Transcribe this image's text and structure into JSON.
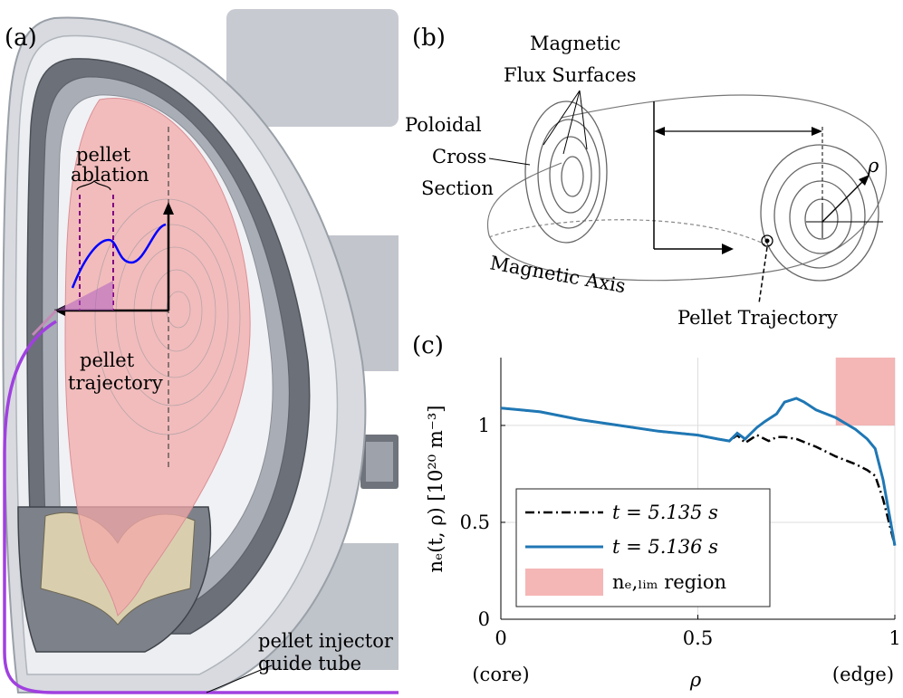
{
  "panels": {
    "a": {
      "label": "(a)",
      "pellet_ablation": [
        "pellet",
        "ablation"
      ],
      "pellet_trajectory": [
        "pellet",
        "trajectory"
      ],
      "guide_tube": [
        "pellet injector",
        "guide tube"
      ]
    },
    "b": {
      "label": "(b)",
      "flux_surfaces": [
        "Magnetic",
        "Flux Surfaces"
      ],
      "poloidal": [
        "Poloidal",
        "Cross",
        "Section"
      ],
      "magnetic_axis": "Magnetic Axis",
      "pellet_trajectory": "Pellet Trajectory",
      "rho": "ρ"
    },
    "c": {
      "label": "(c)",
      "ylabel": "nₑ(t, ρ)  [10²⁰ m⁻³]",
      "xlabel": "ρ",
      "xlabel_left": "(core)",
      "xlabel_right": "(edge)",
      "legend": [
        {
          "text": "t = 5.135 s"
        },
        {
          "text": "t = 5.136 s"
        },
        {
          "text": "nₑ,ₗᵢₘ region"
        }
      ]
    }
  },
  "colors": {
    "pink": "#f3a9a9",
    "blue": "#1f77b4",
    "purple": "#a040e0",
    "grey": "#b8bcc4"
  },
  "chart_data": {
    "type": "line",
    "xlim": [
      0,
      1
    ],
    "ylim": [
      0,
      1.35
    ],
    "xticks": [
      0,
      0.5,
      1
    ],
    "yticks": [
      0,
      0.5,
      1
    ],
    "xtick_labels": [
      "0",
      "0.5",
      "1"
    ],
    "ytick_labels": [
      "0",
      "0.5",
      "1"
    ],
    "grid": true,
    "legend_position": "bottom-left",
    "shaded_region": {
      "x": [
        0.85,
        1.0
      ],
      "y": [
        1.0,
        1.35
      ]
    },
    "series": [
      {
        "name": "t = 5.135 s",
        "style": "dashdot",
        "color": "#000000",
        "x": [
          0,
          0.05,
          0.1,
          0.2,
          0.3,
          0.4,
          0.5,
          0.55,
          0.58,
          0.6,
          0.62,
          0.65,
          0.68,
          0.7,
          0.72,
          0.75,
          0.8,
          0.85,
          0.9,
          0.93,
          0.95,
          0.97,
          1.0
        ],
        "y": [
          1.09,
          1.08,
          1.07,
          1.03,
          1.0,
          0.97,
          0.95,
          0.93,
          0.92,
          0.95,
          0.91,
          0.95,
          0.92,
          0.94,
          0.94,
          0.93,
          0.89,
          0.84,
          0.8,
          0.77,
          0.74,
          0.62,
          0.38
        ]
      },
      {
        "name": "t = 5.136 s",
        "style": "solid",
        "color": "#1f77b4",
        "x": [
          0,
          0.05,
          0.1,
          0.2,
          0.3,
          0.4,
          0.5,
          0.55,
          0.58,
          0.6,
          0.62,
          0.65,
          0.67,
          0.7,
          0.72,
          0.75,
          0.77,
          0.8,
          0.85,
          0.9,
          0.93,
          0.95,
          0.97,
          1.0
        ],
        "y": [
          1.09,
          1.08,
          1.07,
          1.03,
          1.0,
          0.97,
          0.95,
          0.93,
          0.92,
          0.96,
          0.93,
          0.99,
          1.02,
          1.06,
          1.12,
          1.14,
          1.12,
          1.08,
          1.04,
          0.98,
          0.93,
          0.88,
          0.72,
          0.38
        ]
      }
    ]
  }
}
